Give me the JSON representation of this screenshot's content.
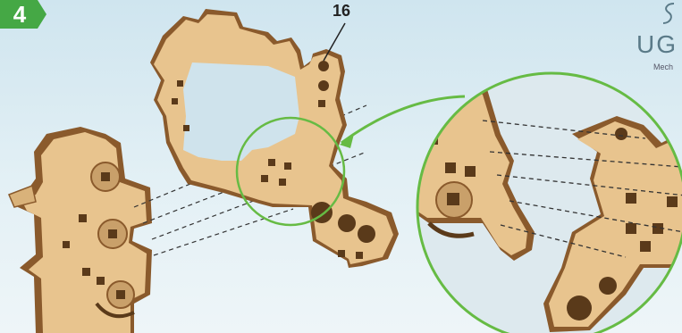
{
  "step": {
    "number": "4",
    "badge_color": "#45a845"
  },
  "part_callout": {
    "label": "16"
  },
  "brand": {
    "name": "UG",
    "subtitle": "Mech"
  },
  "colors": {
    "wood": "#e8c48e",
    "wood_edge": "#8a5a2c",
    "highlight_circle": "#66bb44",
    "guide_line": "#333333"
  },
  "icons": {
    "logo": "brand-logo-mark-icon",
    "arrow": "zoom-arrow-icon"
  }
}
